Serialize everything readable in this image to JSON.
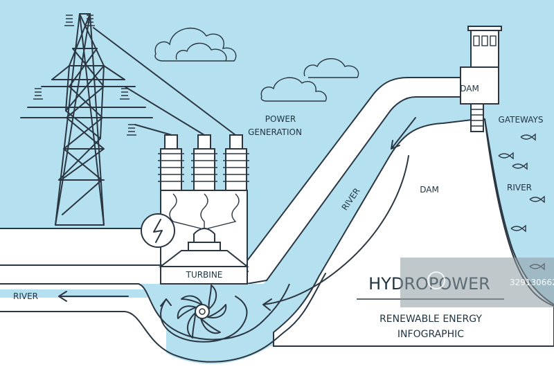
{
  "labels": {
    "power_generation_line1": "POWER",
    "power_generation_line2": "GENERATION",
    "dam_top": "DAM",
    "dam_body": "DAM",
    "gateways": "GATEWAYS",
    "river_right": "RIVER",
    "river_slope": "RIVER",
    "river_left": "RIVER",
    "turbine": "TURBINE"
  },
  "title": {
    "main": "HYDROPOWER",
    "subtitle_line1": "RENEWABLE ENERGY",
    "subtitle_line2": "INFOGRAPHIC"
  },
  "watermark": {
    "id_text": "329130662"
  },
  "colors": {
    "sky": "#b4e0ef",
    "ground": "#ffffff",
    "stroke": "#2a3642"
  }
}
